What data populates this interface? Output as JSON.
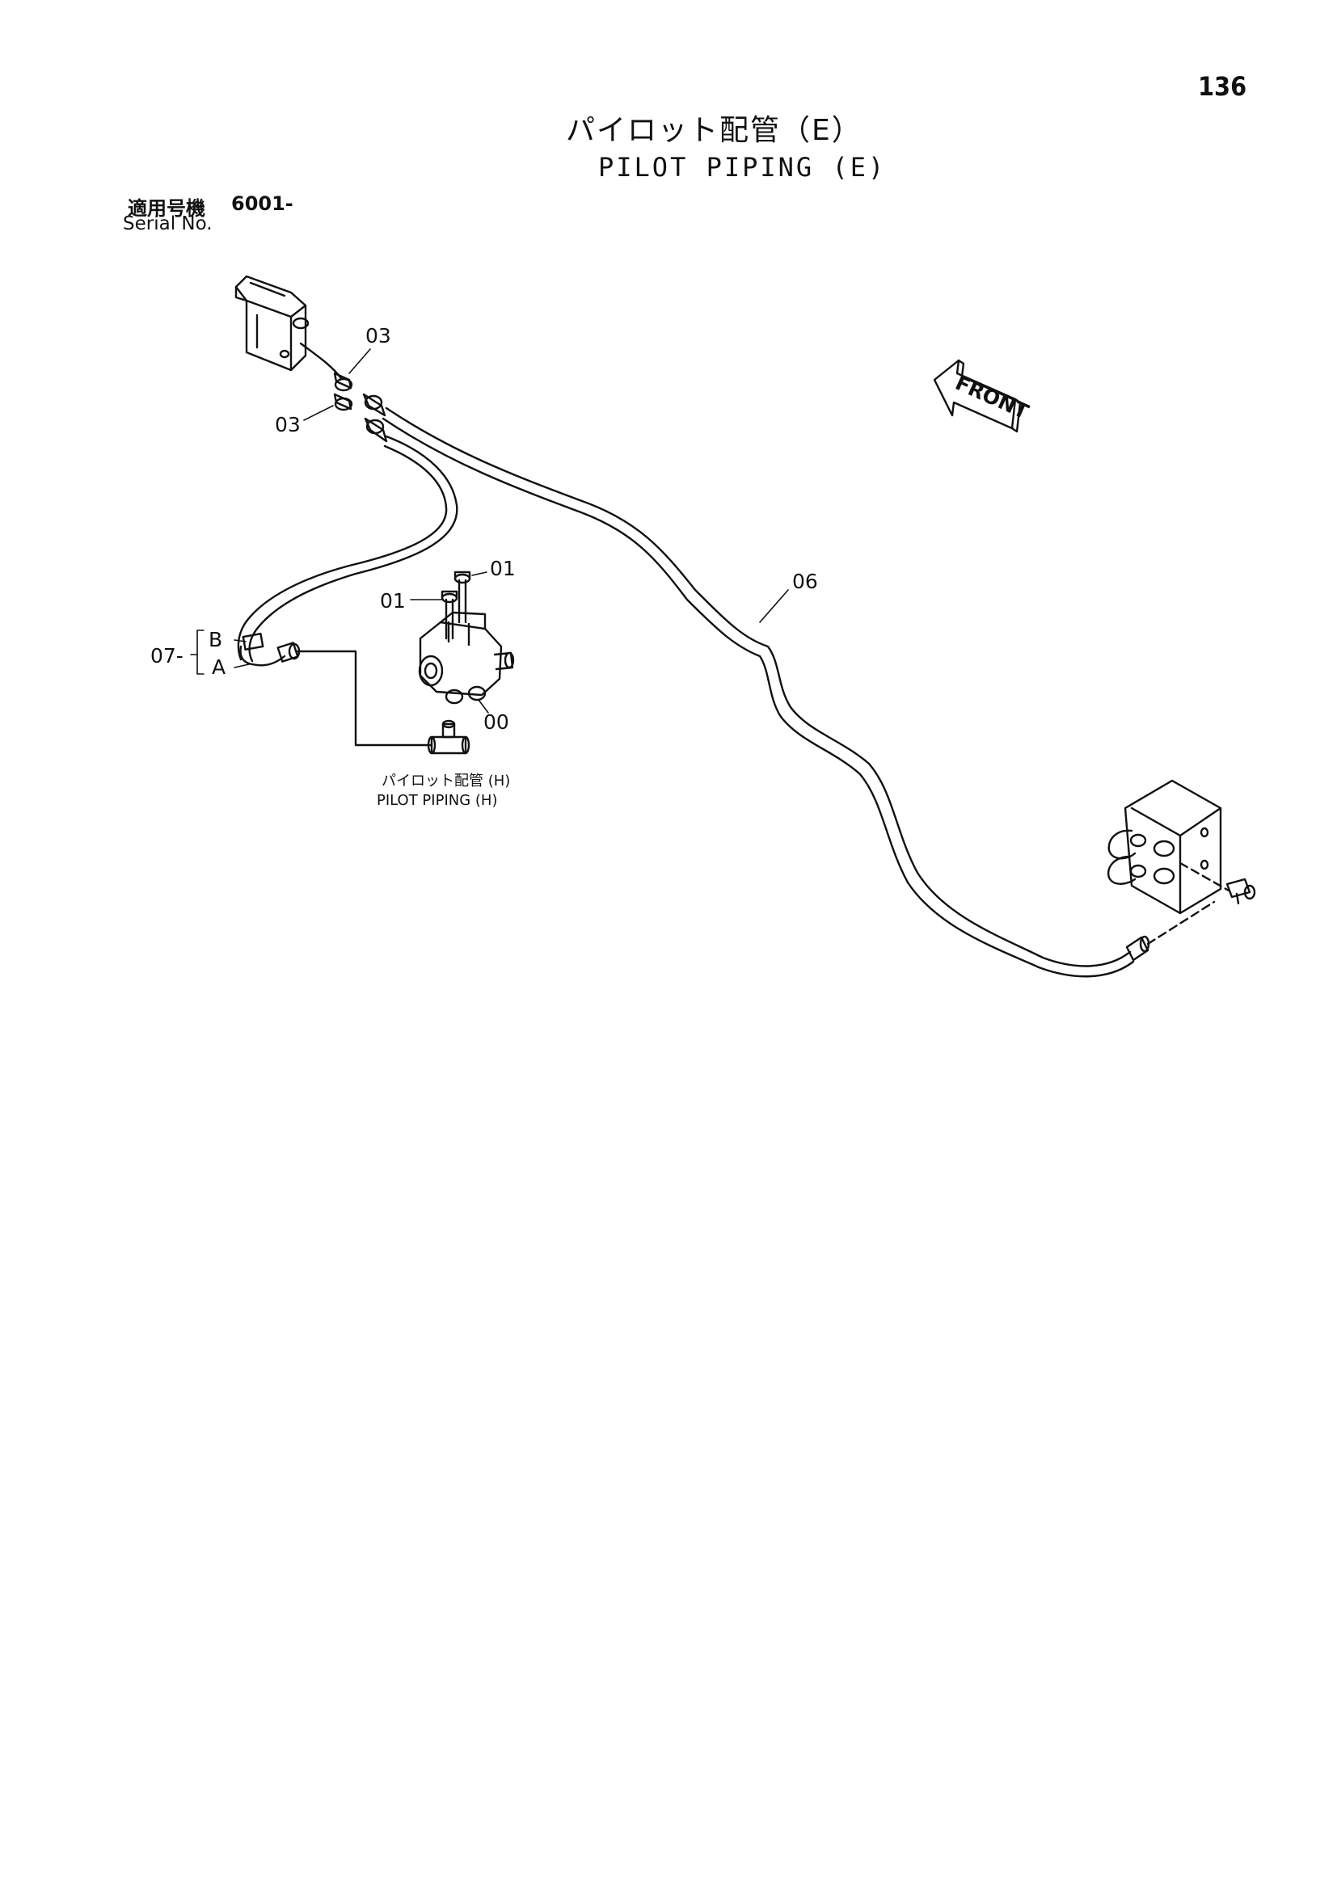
{
  "page_number": "136",
  "title": {
    "ja": "パイロット配管（E）",
    "en": "PILOT PIPING (E)"
  },
  "serial": {
    "label_ja": "適用号機",
    "value": "6001-",
    "label_en": "Serial No."
  },
  "callouts": {
    "c03_upper": "03",
    "c03_lower": "03",
    "c01_upper": "01",
    "c01_lower": "01",
    "c06": "06",
    "c07": "07-",
    "c07_b": "B",
    "c07_a": "A",
    "c00": "00"
  },
  "front_arrow": "FRONT",
  "reference": {
    "ja": "パイロット配管 (H)",
    "en": "PILOT PIPING (H)"
  }
}
